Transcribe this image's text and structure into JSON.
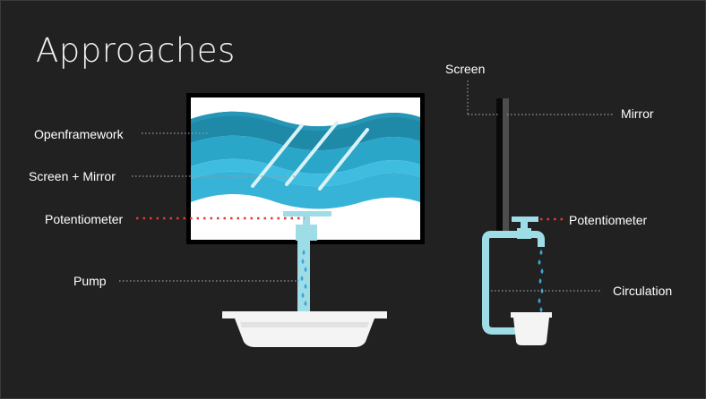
{
  "slide": {
    "title": "Approaches"
  },
  "front_view": {
    "labels": {
      "openframework": "Openframework",
      "screen_mirror": "Screen + Mirror",
      "potentiometer": "Potentiometer",
      "pump": "Pump"
    }
  },
  "side_view": {
    "labels": {
      "screen": "Screen",
      "mirror": "Mirror",
      "potentiometer": "Potentiometer",
      "circulation": "Circulation"
    }
  },
  "colors": {
    "background": "#212121",
    "water_dark": "#1f8aa8",
    "water_mid": "#2aa6c8",
    "water_light": "#3fbde0",
    "pipe": "#9fdde6",
    "potentiometer_dots": "#e03a3a",
    "leader_dots": "#9a9a9a"
  }
}
